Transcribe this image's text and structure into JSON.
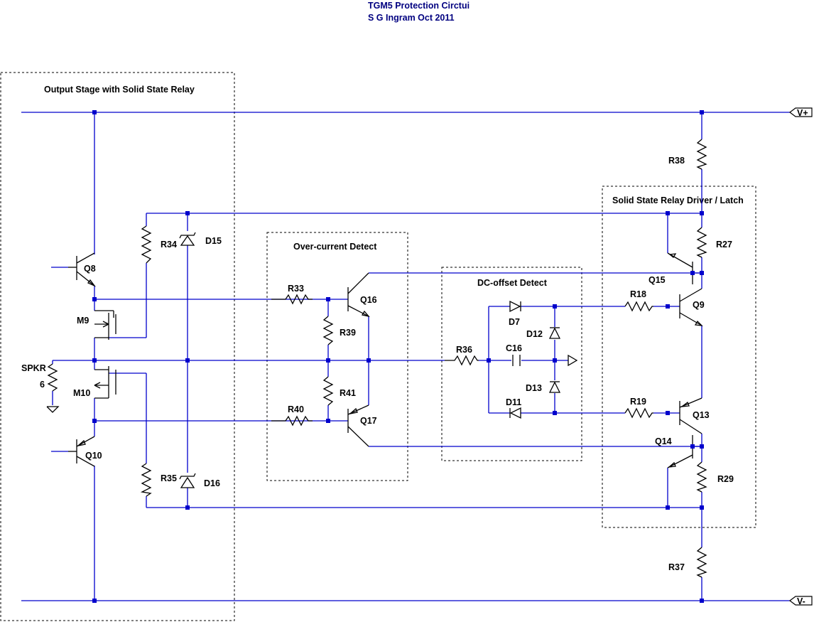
{
  "title": {
    "line1": "TGM5 Protection Circtui",
    "line2": "S G Ingram Oct 2011"
  },
  "boxes": {
    "output_stage": "Output Stage with Solid State Relay",
    "overcurrent": "Over-current Detect",
    "dc_offset": "DC-offset Detect",
    "relay_driver": "Solid State Relay Driver / Latch"
  },
  "ports": {
    "vplus": "V+",
    "vminus": "V-"
  },
  "load": {
    "name": "SPKR",
    "value": "6"
  },
  "components": {
    "Q8": "Q8",
    "M9": "M9",
    "M10": "M10",
    "Q10": "Q10",
    "R34": "R34",
    "R35": "R35",
    "D15": "D15",
    "D16": "D16",
    "R33": "R33",
    "R39": "R39",
    "R41": "R41",
    "R40": "R40",
    "Q16": "Q16",
    "Q17": "Q17",
    "R36": "R36",
    "C16": "C16",
    "D7": "D7",
    "D11": "D11",
    "D12": "D12",
    "D13": "D13",
    "R38": "R38",
    "R27": "R27",
    "Q15": "Q15",
    "R18": "R18",
    "Q9": "Q9",
    "R19": "R19",
    "Q13": "Q13",
    "Q14": "Q14",
    "R29": "R29",
    "R37": "R37"
  },
  "colors": {
    "wire": "#0000cc",
    "symbol": "#000000",
    "title": "#000080"
  }
}
